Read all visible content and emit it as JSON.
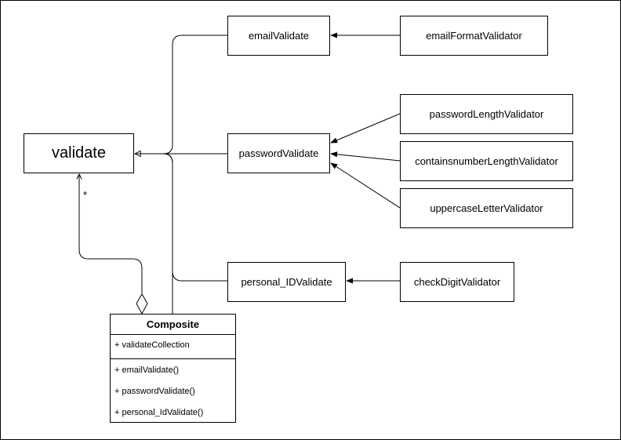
{
  "nodes": {
    "validate": "validate",
    "emailValidate": "emailValidate",
    "emailFormatValidator": "emailFormatValidator",
    "passwordValidate": "passwordValidate",
    "passwordLengthValidator": "passwordLengthValidator",
    "containsnumberLengthValidator": "containsnumberLengthValidator",
    "uppercaseLetterValidator": "uppercaseLetterValidator",
    "personalIDValidate": "personal_IDValidate",
    "checkDigitValidator": "checkDigitValidator"
  },
  "composite": {
    "name": "Composite",
    "attributes": [
      "+ validateCollection"
    ],
    "operations": [
      "+ emailValidate()",
      "+ passwordValidate()",
      "+ personal_IdValidate()"
    ]
  },
  "multiplicity": "*",
  "edges": [
    {
      "from": "emailValidate",
      "to": "validate",
      "type": "generalization"
    },
    {
      "from": "passwordValidate",
      "to": "validate",
      "type": "generalization"
    },
    {
      "from": "personal_IDValidate",
      "to": "validate",
      "type": "generalization"
    },
    {
      "from": "Composite",
      "to": "validate",
      "type": "generalization"
    },
    {
      "from": "Composite",
      "to": "validate",
      "type": "aggregation"
    },
    {
      "from": "emailFormatValidator",
      "to": "emailValidate",
      "type": "association"
    },
    {
      "from": "passwordLengthValidator",
      "to": "passwordValidate",
      "type": "association"
    },
    {
      "from": "containsnumberLengthValidator",
      "to": "passwordValidate",
      "type": "association"
    },
    {
      "from": "uppercaseLetterValidator",
      "to": "passwordValidate",
      "type": "association"
    },
    {
      "from": "checkDigitValidator",
      "to": "personal_IDValidate",
      "type": "association"
    }
  ]
}
